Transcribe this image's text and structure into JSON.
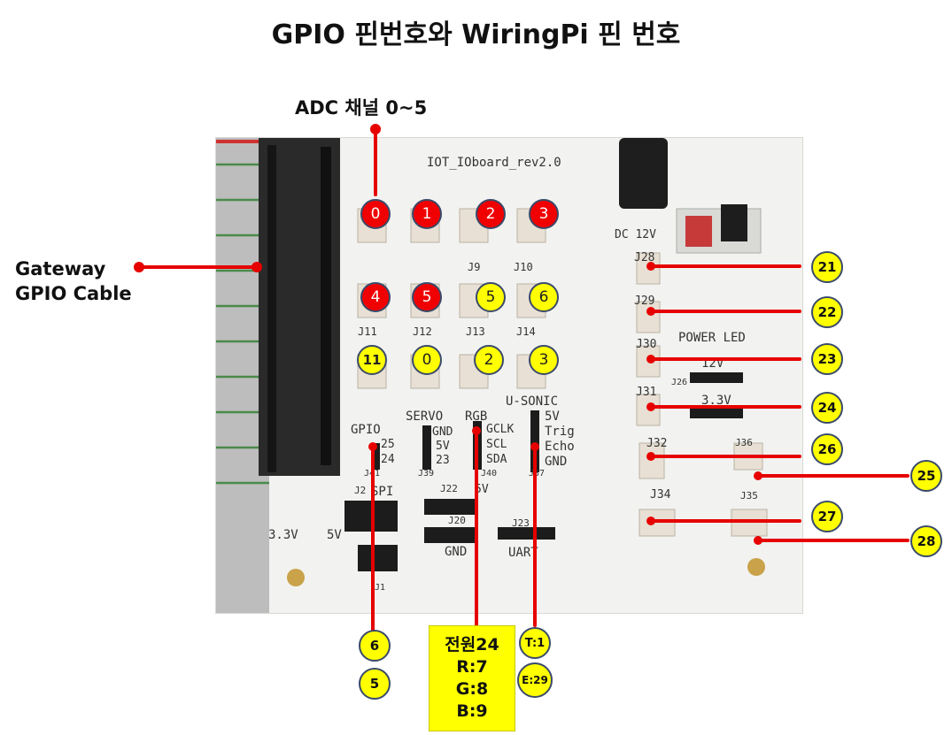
{
  "title": "GPIO 핀번호와 WiringPi 핀 번호",
  "labels": {
    "adc": "ADC 채널 0~5",
    "gateway_line1": "Gateway",
    "gateway_line2": "GPIO Cable"
  },
  "board": {
    "name": "IOT_IOboard_rev2.0",
    "dc": "DC 12V",
    "power_led": "POWER LED",
    "v12": "12V",
    "v33": "3.3V",
    "gpio": "GPIO",
    "gpio_pins": [
      "25",
      "24"
    ],
    "servo": "SERVO",
    "servo_pins": [
      "GND",
      "5V",
      "23"
    ],
    "rgb": "RGB",
    "rgb_pins": [
      "GCLK",
      "SCL",
      "SDA"
    ],
    "usonic": "U-SONIC",
    "usonic_pins": [
      "5V",
      "Trig",
      "Echo",
      "GND"
    ],
    "spi": "SPI",
    "uart": "UART",
    "gnd": "GND",
    "v5": "5V",
    "v33_left": "3.3V",
    "v5_left": "5V",
    "jacks": [
      "J11",
      "J12",
      "J13",
      "J14",
      "J9",
      "J10",
      "J28",
      "J29",
      "J30",
      "J31",
      "J32",
      "J34",
      "J35",
      "J36",
      "J26",
      "J22",
      "J20",
      "J23",
      "J2",
      "J39",
      "J40",
      "J37",
      "J41",
      "J1"
    ]
  },
  "adc_markers": [
    "0",
    "1",
    "2",
    "3",
    "4",
    "5"
  ],
  "gpio_markers": [
    "5",
    "6",
    "11",
    "0",
    "2",
    "3"
  ],
  "right_callouts": [
    "21",
    "22",
    "23",
    "24",
    "26",
    "25",
    "27",
    "28"
  ],
  "bottom_callouts": {
    "gpio_1": "6",
    "gpio_2": "5",
    "usonic_t": "T:1",
    "usonic_e": "E:29"
  },
  "rgb_box": [
    "전원24",
    "R:7",
    "G:8",
    "B:9"
  ],
  "colors": {
    "red_marker": "#f00000",
    "yellow_marker": "#ffff00",
    "leader_line": "#e60000",
    "marker_border": "#3a4a6a"
  }
}
